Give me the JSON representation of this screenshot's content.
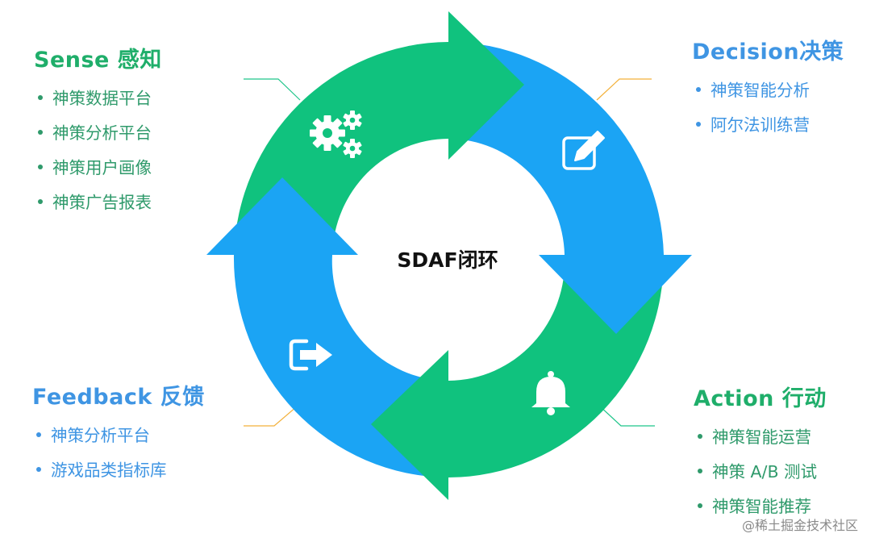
{
  "center_label": "SDAF闭环",
  "colors": {
    "green": "#10c27e",
    "blue": "#1ba4f4",
    "green_text": "#1fae6a",
    "blue_text": "#3f95e3",
    "list_text": "#2f9a6b",
    "leader_orange": "#f3b13b",
    "leader_green": "#1fc58a"
  },
  "sections": {
    "sense": {
      "title": "Sense 感知",
      "items": [
        "神策数据平台",
        "神策分析平台",
        "神策用户画像",
        "神策广告报表"
      ]
    },
    "decision": {
      "title": "Decision决策",
      "items": [
        "神策智能分析",
        "阿尔法训练营"
      ]
    },
    "action": {
      "title": "Action 行动",
      "items": [
        "神策智能运营",
        "神策 A/B 测试",
        "神策智能推荐"
      ]
    },
    "feedback": {
      "title": "Feedback 反馈",
      "items": [
        "神策分析平台",
        "游戏品类指标库"
      ]
    }
  },
  "icons": {
    "sense": "gears-icon",
    "decision": "edit-icon",
    "action": "bell-icon",
    "feedback": "exit-icon"
  },
  "footer": "@稀土掘金技术社区"
}
